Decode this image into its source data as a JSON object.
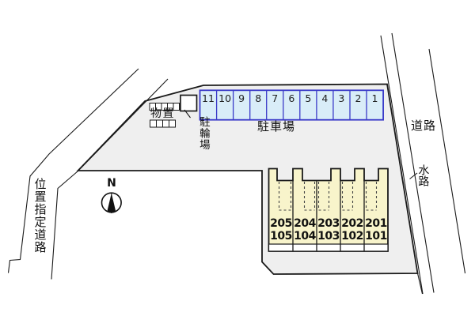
{
  "site_plan": {
    "compass_label": "N",
    "left_road_label": "位置指定道路",
    "right_road_label": "道路",
    "waterway_label": "水路",
    "storage_label": "物置",
    "bicycle_parking_label": "駐輪場",
    "parking": {
      "label": "駐車場",
      "spaces": [
        "11",
        "10",
        "9",
        "8",
        "7",
        "6",
        "5",
        "4",
        "3",
        "2",
        "1"
      ]
    },
    "building_units": [
      {
        "upper": "205",
        "lower": "105"
      },
      {
        "upper": "204",
        "lower": "104"
      },
      {
        "upper": "203",
        "lower": "103"
      },
      {
        "upper": "202",
        "lower": "102"
      },
      {
        "upper": "201",
        "lower": "101"
      }
    ],
    "colors": {
      "site_fill": "#efefef",
      "parking_fill": "#d9edf8",
      "parking_border": "#3a3ac8",
      "building_fill": "#f8f4cb",
      "line": "#1a1a1a"
    }
  }
}
